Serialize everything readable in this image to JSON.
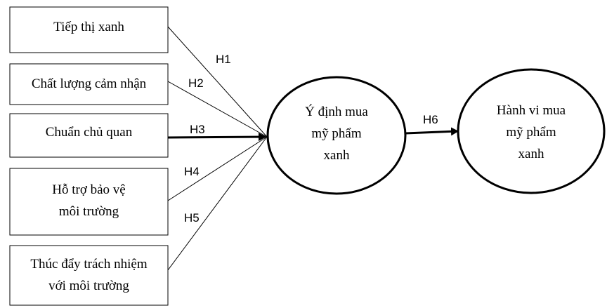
{
  "factors": [
    {
      "lines": [
        "Tiếp thị xanh"
      ]
    },
    {
      "lines": [
        "Chất lượng cảm nhận"
      ]
    },
    {
      "lines": [
        "Chuẩn chủ quan"
      ]
    },
    {
      "lines": [
        "Hỗ trợ bảo vệ",
        "môi trường"
      ]
    },
    {
      "lines": [
        "Thúc đẩy trách nhiệm",
        "với môi trường"
      ]
    }
  ],
  "hypotheses": [
    "H1",
    "H2",
    "H3",
    "H4",
    "H5",
    "H6"
  ],
  "intention": {
    "lines": [
      "Ý định mua",
      "mỹ phẩm",
      "xanh"
    ]
  },
  "behavior": {
    "lines": [
      "Hành vi mua",
      "mỹ phẩm",
      "xanh"
    ]
  }
}
